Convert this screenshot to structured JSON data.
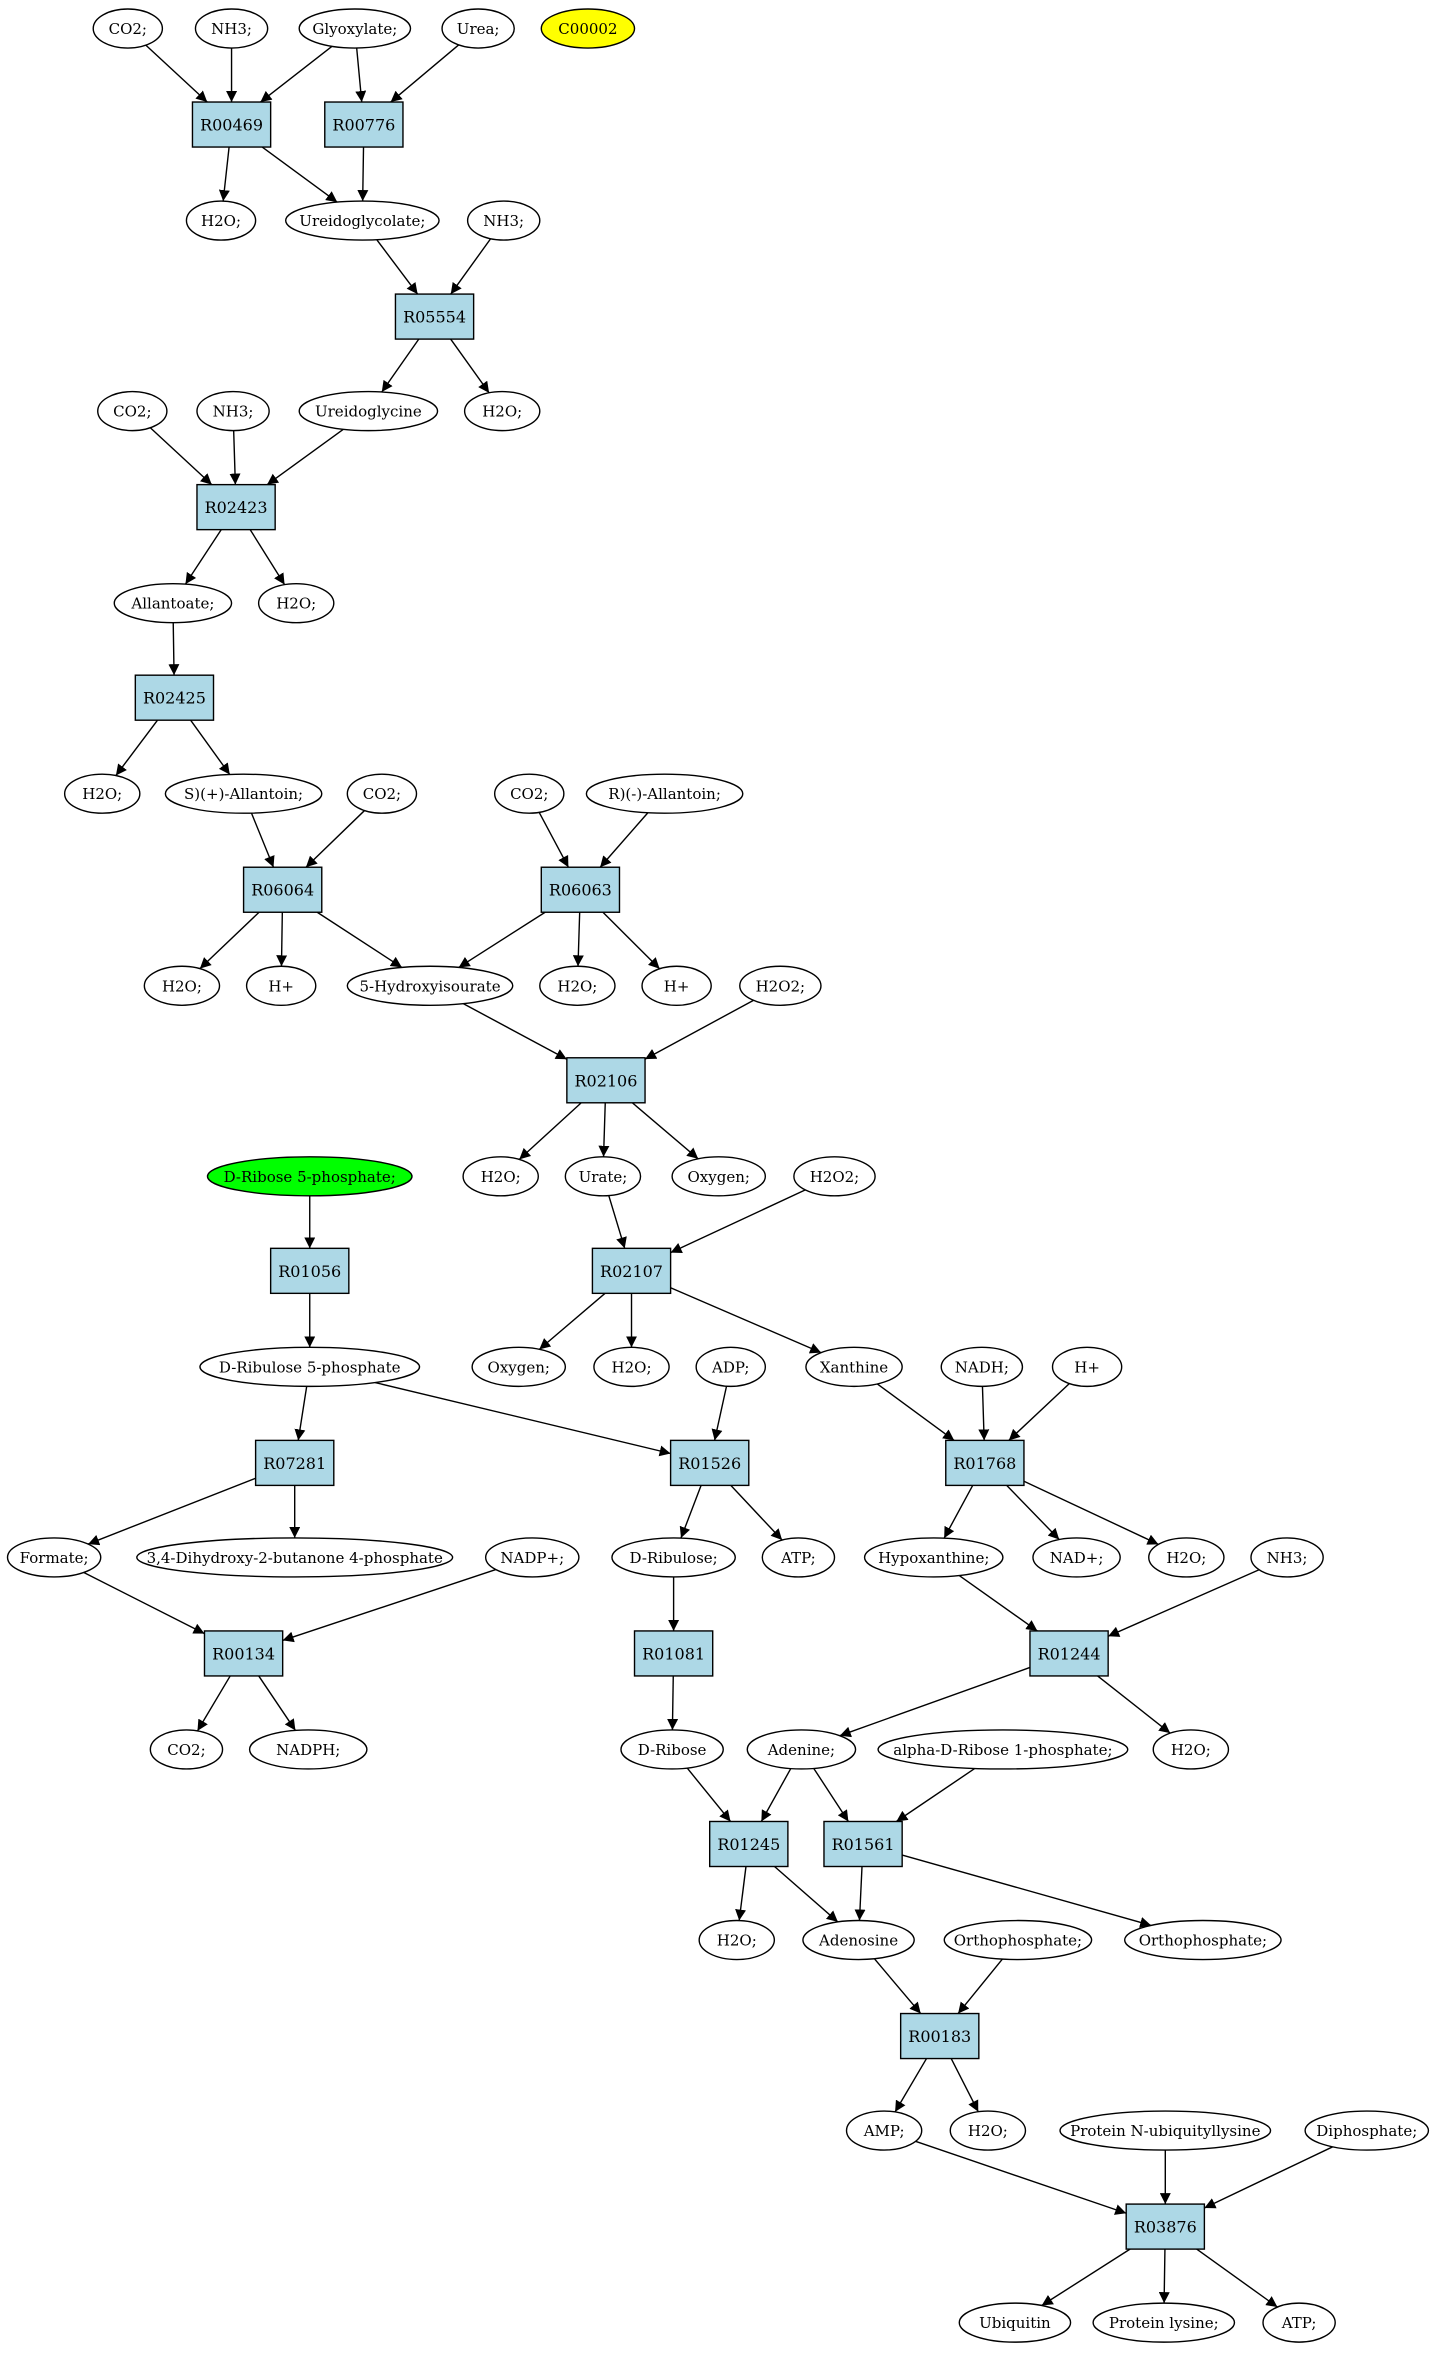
{
  "colors": {
    "reaction_fill": "#add8e6",
    "compound_fill": "#ffffff",
    "start_fill": "#00ff00",
    "special_fill": "#ffff00",
    "stroke": "#000000"
  },
  "reactions": [
    {
      "id": "R00469",
      "label": "R00469"
    },
    {
      "id": "R00776",
      "label": "R00776"
    },
    {
      "id": "R05554",
      "label": "R05554"
    },
    {
      "id": "R02423",
      "label": "R02423"
    },
    {
      "id": "R02425",
      "label": "R02425"
    },
    {
      "id": "R06064",
      "label": "R06064"
    },
    {
      "id": "R06063",
      "label": "R06063"
    },
    {
      "id": "R02106",
      "label": "R02106"
    },
    {
      "id": "R01056",
      "label": "R01056"
    },
    {
      "id": "R02107",
      "label": "R02107"
    },
    {
      "id": "R07281",
      "label": "R07281"
    },
    {
      "id": "R01526",
      "label": "R01526"
    },
    {
      "id": "R01768",
      "label": "R01768"
    },
    {
      "id": "R00134",
      "label": "R00134"
    },
    {
      "id": "R01081",
      "label": "R01081"
    },
    {
      "id": "R01244",
      "label": "R01244"
    },
    {
      "id": "R01245",
      "label": "R01245"
    },
    {
      "id": "R01561",
      "label": "R01561"
    },
    {
      "id": "R00183",
      "label": "R00183"
    },
    {
      "id": "R03876",
      "label": "R03876"
    }
  ],
  "compounds": [
    {
      "id": "c_co2_1",
      "label": "CO2;"
    },
    {
      "id": "c_nh3_1",
      "label": "NH3;"
    },
    {
      "id": "c_glyox",
      "label": "Glyoxylate;"
    },
    {
      "id": "c_urea",
      "label": "Urea;"
    },
    {
      "id": "c_c00002",
      "label": "C00002",
      "kind": "special"
    },
    {
      "id": "c_h2o_1",
      "label": "H2O;"
    },
    {
      "id": "c_ureidoglycolate",
      "label": "Ureidoglycolate;"
    },
    {
      "id": "c_nh3_2",
      "label": "NH3;"
    },
    {
      "id": "c_co2_2",
      "label": "CO2;"
    },
    {
      "id": "c_nh3_3",
      "label": "NH3;"
    },
    {
      "id": "c_ureidoglycine",
      "label": "Ureidoglycine"
    },
    {
      "id": "c_h2o_2",
      "label": "H2O;"
    },
    {
      "id": "c_allantoate",
      "label": "Allantoate;"
    },
    {
      "id": "c_h2o_3",
      "label": "H2O;"
    },
    {
      "id": "c_h2o_4",
      "label": "H2O;"
    },
    {
      "id": "c_s_allantoin",
      "label": "S)(+)-Allantoin;"
    },
    {
      "id": "c_co2_3",
      "label": "CO2;"
    },
    {
      "id": "c_co2_4",
      "label": "CO2;"
    },
    {
      "id": "c_r_allantoin",
      "label": "R)(-)-Allantoin;"
    },
    {
      "id": "c_h2o_5",
      "label": "H2O;"
    },
    {
      "id": "c_hplus_1",
      "label": "H+"
    },
    {
      "id": "c_5hiu",
      "label": "5-Hydroxyisourate"
    },
    {
      "id": "c_h2o_6",
      "label": "H2O;"
    },
    {
      "id": "c_hplus_2",
      "label": "H+"
    },
    {
      "id": "c_h2o2_1",
      "label": "H2O2;"
    },
    {
      "id": "c_dr5p",
      "label": "D-Ribose 5-phosphate;",
      "kind": "start"
    },
    {
      "id": "c_h2o_7",
      "label": "H2O;"
    },
    {
      "id": "c_urate",
      "label": "Urate;"
    },
    {
      "id": "c_oxygen_1",
      "label": "Oxygen;"
    },
    {
      "id": "c_h2o2_2",
      "label": "H2O2;"
    },
    {
      "id": "c_dribulose5p",
      "label": "D-Ribulose 5-phosphate"
    },
    {
      "id": "c_oxygen_2",
      "label": "Oxygen;"
    },
    {
      "id": "c_h2o_8",
      "label": "H2O;"
    },
    {
      "id": "c_adp",
      "label": "ADP;"
    },
    {
      "id": "c_xanthine",
      "label": "Xanthine"
    },
    {
      "id": "c_nadh",
      "label": "NADH;"
    },
    {
      "id": "c_hplus_3",
      "label": "H+"
    },
    {
      "id": "c_formate",
      "label": "Formate;"
    },
    {
      "id": "c_dhbp",
      "label": "3,4-Dihydroxy-2-butanone 4-phosphate"
    },
    {
      "id": "c_nadp",
      "label": "NADP+;"
    },
    {
      "id": "c_dribulose",
      "label": "D-Ribulose;"
    },
    {
      "id": "c_atp_1",
      "label": "ATP;"
    },
    {
      "id": "c_hypoxanthine",
      "label": "Hypoxanthine;"
    },
    {
      "id": "c_nad",
      "label": "NAD+;"
    },
    {
      "id": "c_h2o_9",
      "label": "H2O;"
    },
    {
      "id": "c_nh3_4",
      "label": "NH3;"
    },
    {
      "id": "c_co2_5",
      "label": "CO2;"
    },
    {
      "id": "c_nadph",
      "label": "NADPH;"
    },
    {
      "id": "c_dribose",
      "label": "D-Ribose"
    },
    {
      "id": "c_adenine",
      "label": "Adenine;"
    },
    {
      "id": "c_adr1p",
      "label": "alpha-D-Ribose 1-phosphate;"
    },
    {
      "id": "c_h2o_10",
      "label": "H2O;"
    },
    {
      "id": "c_h2o_11",
      "label": "H2O;"
    },
    {
      "id": "c_adenosine",
      "label": "Adenosine"
    },
    {
      "id": "c_ortho_1",
      "label": "Orthophosphate;"
    },
    {
      "id": "c_ortho_2",
      "label": "Orthophosphate;"
    },
    {
      "id": "c_amp",
      "label": "AMP;"
    },
    {
      "id": "c_h2o_12",
      "label": "H2O;"
    },
    {
      "id": "c_protein_nul",
      "label": "Protein N-ubiquityllysine"
    },
    {
      "id": "c_diphosphate",
      "label": "Diphosphate;"
    },
    {
      "id": "c_ubiquitin",
      "label": "Ubiquitin"
    },
    {
      "id": "c_protein_lys",
      "label": "Protein lysine;"
    },
    {
      "id": "c_atp_2",
      "label": "ATP;"
    }
  ],
  "edges": [
    [
      "c_co2_1",
      "R00469"
    ],
    [
      "c_nh3_1",
      "R00469"
    ],
    [
      "c_glyox",
      "R00469"
    ],
    [
      "c_glyox",
      "R00776"
    ],
    [
      "c_urea",
      "R00776"
    ],
    [
      "R00469",
      "c_h2o_1"
    ],
    [
      "R00469",
      "c_ureidoglycolate"
    ],
    [
      "R00776",
      "c_ureidoglycolate"
    ],
    [
      "c_ureidoglycolate",
      "R05554"
    ],
    [
      "c_nh3_2",
      "R05554"
    ],
    [
      "R05554",
      "c_ureidoglycine"
    ],
    [
      "R05554",
      "c_h2o_2"
    ],
    [
      "c_co2_2",
      "R02423"
    ],
    [
      "c_nh3_3",
      "R02423"
    ],
    [
      "c_ureidoglycine",
      "R02423"
    ],
    [
      "R02423",
      "c_allantoate"
    ],
    [
      "R02423",
      "c_h2o_3"
    ],
    [
      "c_allantoate",
      "R02425"
    ],
    [
      "R02425",
      "c_h2o_4"
    ],
    [
      "R02425",
      "c_s_allantoin"
    ],
    [
      "c_s_allantoin",
      "R06064"
    ],
    [
      "c_co2_3",
      "R06064"
    ],
    [
      "c_co2_4",
      "R06063"
    ],
    [
      "c_r_allantoin",
      "R06063"
    ],
    [
      "R06064",
      "c_h2o_5"
    ],
    [
      "R06064",
      "c_hplus_1"
    ],
    [
      "R06064",
      "c_5hiu"
    ],
    [
      "R06063",
      "c_5hiu"
    ],
    [
      "R06063",
      "c_h2o_6"
    ],
    [
      "R06063",
      "c_hplus_2"
    ],
    [
      "c_5hiu",
      "R02106"
    ],
    [
      "c_h2o2_1",
      "R02106"
    ],
    [
      "R02106",
      "c_h2o_7"
    ],
    [
      "R02106",
      "c_urate"
    ],
    [
      "R02106",
      "c_oxygen_1"
    ],
    [
      "c_dr5p",
      "R01056"
    ],
    [
      "c_urate",
      "R02107"
    ],
    [
      "c_h2o2_2",
      "R02107"
    ],
    [
      "R01056",
      "c_dribulose5p"
    ],
    [
      "R02107",
      "c_oxygen_2"
    ],
    [
      "R02107",
      "c_h2o_8"
    ],
    [
      "R02107",
      "c_xanthine"
    ],
    [
      "c_dribulose5p",
      "R07281"
    ],
    [
      "c_dribulose5p",
      "R01526"
    ],
    [
      "c_adp",
      "R01526"
    ],
    [
      "c_xanthine",
      "R01768"
    ],
    [
      "c_nadh",
      "R01768"
    ],
    [
      "c_hplus_3",
      "R01768"
    ],
    [
      "R07281",
      "c_formate"
    ],
    [
      "R07281",
      "c_dhbp"
    ],
    [
      "R01526",
      "c_dribulose"
    ],
    [
      "R01526",
      "c_atp_1"
    ],
    [
      "R01768",
      "c_hypoxanthine"
    ],
    [
      "R01768",
      "c_nad"
    ],
    [
      "R01768",
      "c_h2o_9"
    ],
    [
      "c_formate",
      "R00134"
    ],
    [
      "c_nadp",
      "R00134"
    ],
    [
      "c_dribulose",
      "R01081"
    ],
    [
      "c_hypoxanthine",
      "R01244"
    ],
    [
      "c_nh3_4",
      "R01244"
    ],
    [
      "R00134",
      "c_co2_5"
    ],
    [
      "R00134",
      "c_nadph"
    ],
    [
      "R01081",
      "c_dribose"
    ],
    [
      "R01244",
      "c_adenine"
    ],
    [
      "R01244",
      "c_h2o_10"
    ],
    [
      "c_dribose",
      "R01245"
    ],
    [
      "c_adenine",
      "R01245"
    ],
    [
      "c_adenine",
      "R01561"
    ],
    [
      "c_adr1p",
      "R01561"
    ],
    [
      "R01245",
      "c_h2o_11"
    ],
    [
      "R01245",
      "c_adenosine"
    ],
    [
      "R01561",
      "c_adenosine"
    ],
    [
      "R01561",
      "c_ortho_2"
    ],
    [
      "c_adenosine",
      "R00183"
    ],
    [
      "c_ortho_1",
      "R00183"
    ],
    [
      "R00183",
      "c_amp"
    ],
    [
      "R00183",
      "c_h2o_12"
    ],
    [
      "c_amp",
      "R03876"
    ],
    [
      "c_protein_nul",
      "R03876"
    ],
    [
      "c_diphosphate",
      "R03876"
    ],
    [
      "R03876",
      "c_ubiquitin"
    ],
    [
      "R03876",
      "c_protein_lys"
    ],
    [
      "R03876",
      "c_atp_2"
    ]
  ]
}
